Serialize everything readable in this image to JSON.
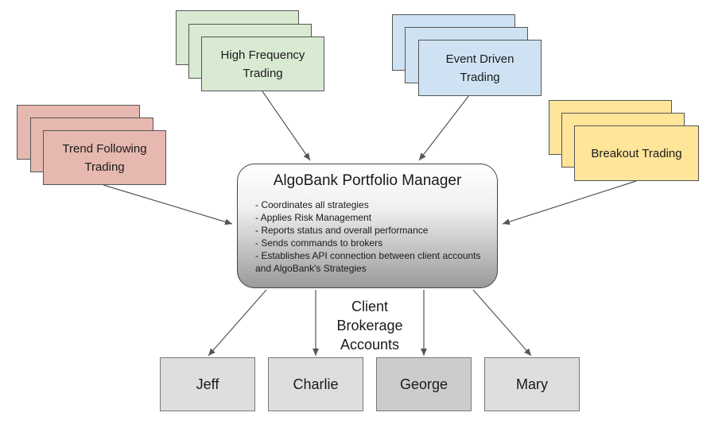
{
  "strategies": {
    "hft": {
      "label": "High Frequency Trading",
      "color": "#d9ead3"
    },
    "event": {
      "label": "Event Driven Trading",
      "color": "#cfe2f3"
    },
    "trend": {
      "label": "Trend Following Trading",
      "color": "#e6b8af"
    },
    "breakout": {
      "label": "Breakout Trading",
      "color": "#ffe599"
    }
  },
  "manager": {
    "title": "AlgoBank Portfolio Manager",
    "items": [
      "- Coordinates all strategies",
      "- Applies Risk Management",
      "- Reports status and overall performance",
      "- Sends commands to brokers",
      "- Establishes API connection between client accounts and AlgoBank's Strategies"
    ]
  },
  "client_label": "Client Brokerage Accounts",
  "accounts": [
    "Jeff",
    "Charlie",
    "George",
    "Mary"
  ]
}
